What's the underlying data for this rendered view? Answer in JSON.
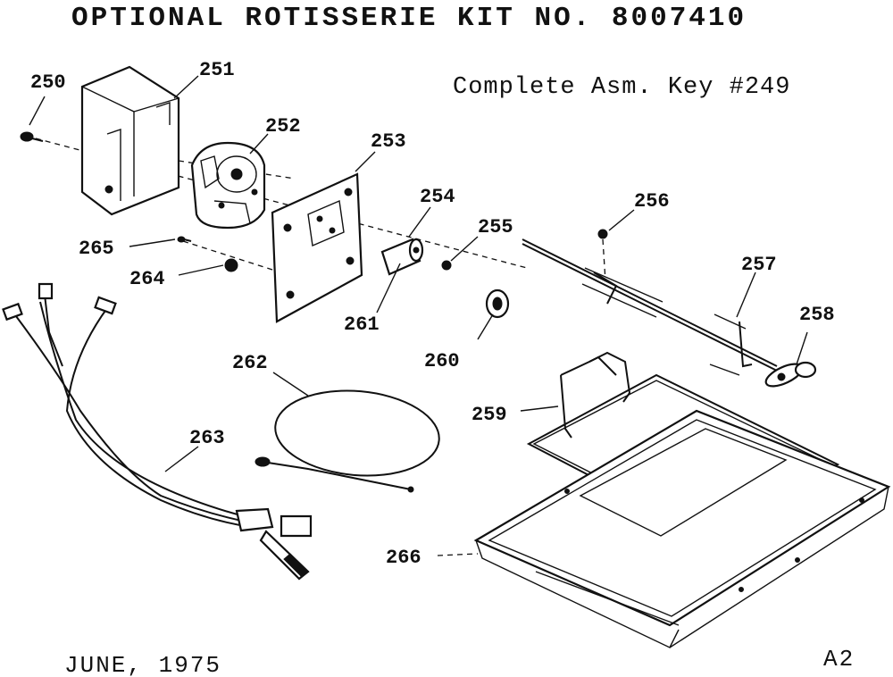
{
  "title": "OPTIONAL ROTISSERIE KIT NO. 8007410",
  "subtitle": "Complete Asm. Key #249",
  "footer_date": "JUNE, 1975",
  "footer_page": "A2",
  "callouts": {
    "250": "250",
    "251": "251",
    "252": "252",
    "253": "253",
    "254": "254",
    "255": "255",
    "256": "256",
    "257": "257",
    "258": "258",
    "259": "259",
    "260": "260",
    "261": "261",
    "262": "262",
    "263": "263",
    "264": "264",
    "265": "265",
    "266": "266"
  }
}
